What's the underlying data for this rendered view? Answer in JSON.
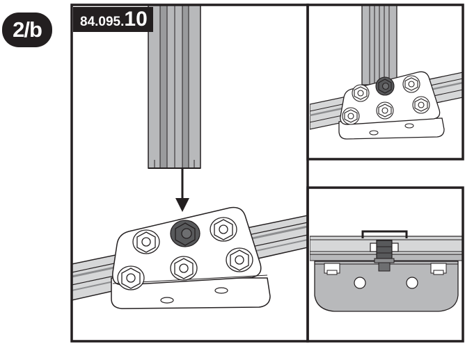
{
  "step": {
    "label": "2/b"
  },
  "part": {
    "number_prefix": "84.095.",
    "number_suffix": "10"
  },
  "colors": {
    "frame": "#231f20",
    "profile": "#b8b9bb",
    "nut_dark": "#58595b",
    "plate": "#ffffff"
  },
  "icons": [
    "down-arrow-icon",
    "hex-nut-icon",
    "hex-bolt-icon"
  ]
}
